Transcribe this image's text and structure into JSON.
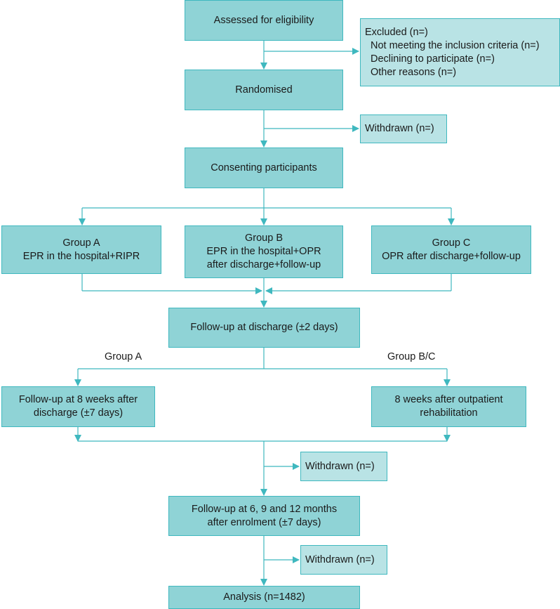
{
  "colors": {
    "main_box": "#8fd3d6",
    "side_box": "#b9e3e5",
    "line": "#3fb8bf"
  },
  "eligibility": "Assessed for eligibility",
  "excluded": {
    "title": "Excluded (n=)",
    "items": [
      "Not meeting the inclusion criteria (n=)",
      "Declining to participate (n=)",
      "Other reasons (n=)"
    ]
  },
  "randomised": "Randomised",
  "withdrawn_1": "Withdrawn (n=)",
  "consenting": "Consenting participants",
  "group_a": {
    "name": "Group A",
    "desc": "EPR in the hospital+RIPR"
  },
  "group_b": {
    "name": "Group B",
    "desc_line1": "EPR in the hospital+OPR",
    "desc_line2": "after discharge+follow-up"
  },
  "group_c": {
    "name": "Group C",
    "desc": "OPR after discharge+follow-up"
  },
  "followup_discharge": "Follow-up at discharge (±2 days)",
  "branch_label_a": "Group A",
  "branch_label_bc": "Group B/C",
  "followup_8wk_a": {
    "line1": "Follow-up at 8 weeks after",
    "line2": "discharge (±7 days)"
  },
  "followup_8wk_bc": {
    "line1": "8 weeks after outpatient",
    "line2": "rehabilitation"
  },
  "withdrawn_2": "Withdrawn (n=)",
  "followup_months": {
    "line1": "Follow-up at 6, 9 and 12 months",
    "line2": "after enrolment (±7 days)"
  },
  "withdrawn_3": "Withdrawn (n=)",
  "analysis": "Analysis (n=1482)"
}
